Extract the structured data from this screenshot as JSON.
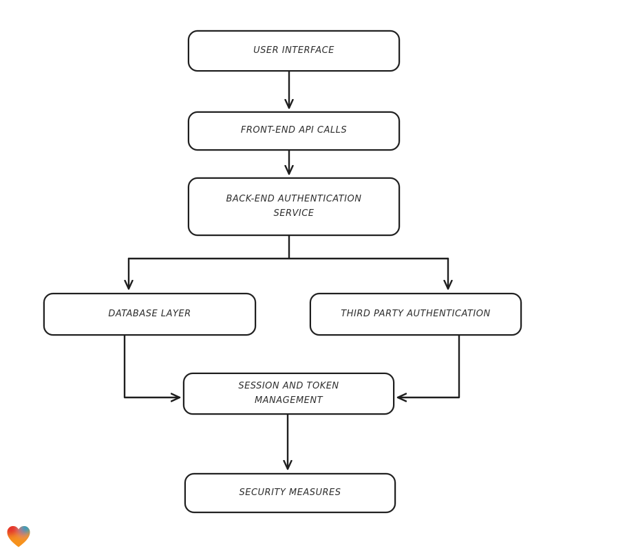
{
  "nodes": [
    {
      "id": "user-interface",
      "label": "USER INTERFACE"
    },
    {
      "id": "front-end-api-calls",
      "label": "FRONT-END API CALLS"
    },
    {
      "id": "back-end-authentication-service",
      "label": "BACK-END AUTHENTICATION SERVICE"
    },
    {
      "id": "database-layer",
      "label": "DATABASE LAYER"
    },
    {
      "id": "third-party-authentication",
      "label": "THIRD PARTY AUTHENTICATION"
    },
    {
      "id": "session-and-token-management",
      "label": "SESSION AND TOKEN MANAGEMENT"
    },
    {
      "id": "security-measures",
      "label": "SECURITY MEASURES"
    }
  ],
  "edges": [
    {
      "from": "user-interface",
      "to": "front-end-api-calls"
    },
    {
      "from": "front-end-api-calls",
      "to": "back-end-authentication-service"
    },
    {
      "from": "back-end-authentication-service",
      "to": "database-layer"
    },
    {
      "from": "back-end-authentication-service",
      "to": "third-party-authentication"
    },
    {
      "from": "database-layer",
      "to": "session-and-token-management"
    },
    {
      "from": "third-party-authentication",
      "to": "session-and-token-management"
    },
    {
      "from": "session-and-token-management",
      "to": "security-measures"
    }
  ],
  "colors": {
    "stroke": "#1e1e1e",
    "box_fill": "#ffffff",
    "text": "#2d2d2d",
    "heart": {
      "red": "#e5332a",
      "blue": "#1ba2c9",
      "purple": "#8a4a9e",
      "orange": "#f6921e"
    }
  },
  "branding": {
    "logo": "heart-gradient-logo"
  }
}
